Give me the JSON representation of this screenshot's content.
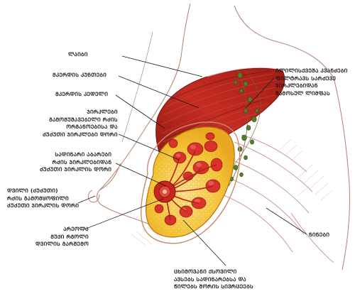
{
  "labels": {
    "laibi": "ᲚᲐᲘᲑᲘ",
    "pec_major": "ᲛᲙᲔᲠᲓᲘᲡ ᲙᲣᲜᲗᲔᲑᲘ",
    "chest_wall": "ᲛᲙᲔᲠᲓᲘᲡ ᲙᲔᲓᲔᲚᲘ",
    "lobule": [
      "ᲯᲘᲠᲙᲚᲔᲑᲘ",
      "ᲒᲐᲛᲝᲛᲣᲨᲐᲕᲔᲑᲔᲚᲘ ᲠᲫᲘᲡ",
      "ᲝᲠᲒᲐᲜᲝᲔᲑᲘᲡᲐ ᲓᲐ",
      "ᲫᲣᲫᲣᲗᲘ ᲯᲘᲠᲙᲚᲔᲑᲘ ᲓᲝᲠᲘ"
    ],
    "duct": [
      "ᲡᲐᲓᲘᲜᲐᲠᲘ ᲐᲑᲐᲠᲔᲑᲘ",
      "ᲠᲫᲘᲡ ᲯᲘᲠᲙᲚᲔᲑᲘᲓᲐᲜ",
      "ᲫᲣᲫᲣᲗᲘ ᲯᲘᲠᲙᲚᲘᲡ ᲓᲝᲠᲘ"
    ],
    "nipple": [
      "ᲓᲕᲘᲚᲘ (ᲫᲣᲫᲣᲗᲘ)",
      "ᲠᲫᲘᲡ ᲒᲐᲛᲝᲛᲧᲝᲤᲘᲚᲘ",
      "ᲫᲣᲫᲣᲗᲘ ᲯᲘᲠᲙᲚᲘᲡ ᲓᲝᲠᲘ"
    ],
    "areola": [
      "ᲐᲠᲔᲝᲚᲐ",
      "ᲛᲣᲥᲘ ᲠᲒᲝᲚᲘ",
      "ᲓᲕᲘᲚᲘᲡ ᲒᲐᲠᲨᲔᲛᲝ"
    ],
    "lymph": [
      "ᲘᲚᲘᲚᲘᲡᲥᲕᲔᲨᲐ ᲙᲕᲐᲜᲫᲔᲑᲘ",
      "ᲤᲘᲚᲢᲠᲐᲕᲡ ᲡᲐᲠᲫᲔᲕᲔ",
      "ᲯᲘᲠᲙᲚᲔᲑᲘᲓᲐᲜ",
      "ᲬᲐᲛᲝᲡᲣᲚ ᲚᲘᲛᲤᲐᲡ"
    ],
    "ribs": "ᲜᲘᲜᲔᲑᲘ",
    "fat": [
      "ᲪᲮᲘᲛᲝᲕᲐᲜᲘ ᲥᲡᲝᲕᲘᲚᲘ",
      "ᲐᲕᲡᲔᲑᲡ ᲡᲐᲓᲘᲜᲐᲠᲔᲑᲡᲐ ᲓᲐ",
      "ᲬᲘᲚᲔᲑᲡ ᲨᲝᲠᲘᲡ ᲡᲘᲕᲠᲪᲔᲔᲑᲡ"
    ]
  },
  "colors": {
    "muscle": "#b8261d",
    "muscle_dark": "#7d1410",
    "fat": "#f5c33a",
    "fat_light": "#fbe38a",
    "gland": "#d8322a",
    "node": "#4f7d2a",
    "skin_line": "#b98a7a",
    "leader": "#1b1b1b"
  }
}
